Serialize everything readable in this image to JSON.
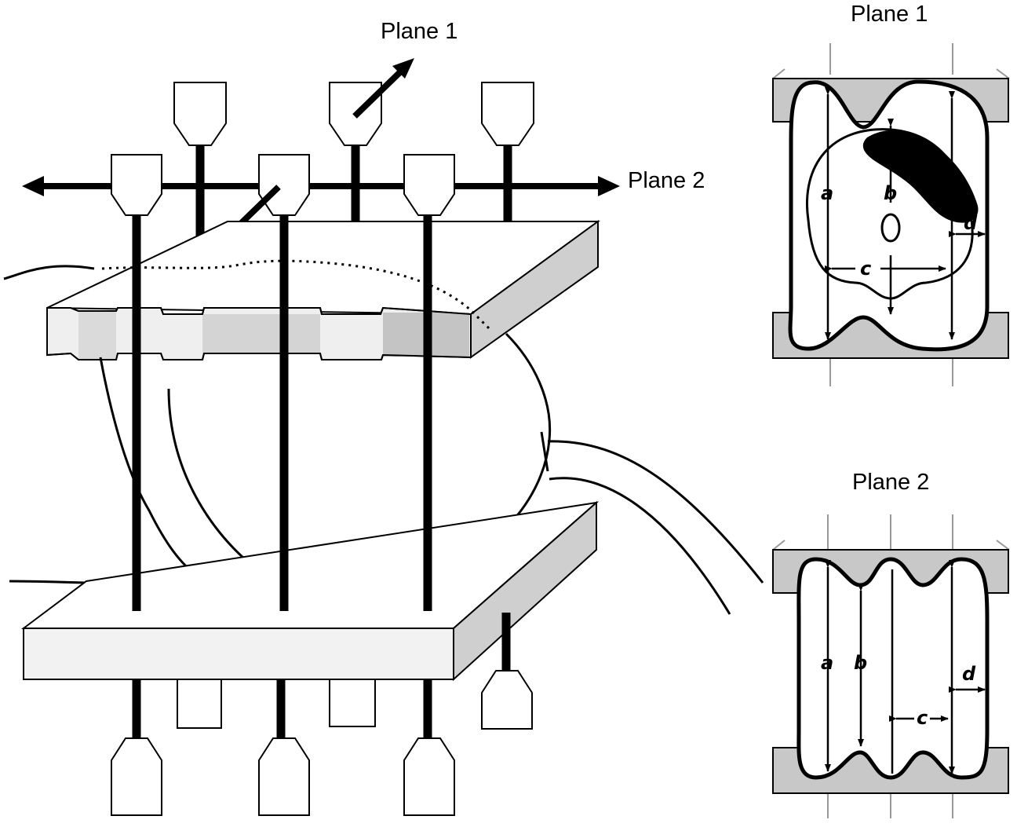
{
  "labels": {
    "main_plane1": "Plane 1",
    "main_plane2": "Plane 2",
    "inset1_title": "Plane 1",
    "inset2_title": "Plane 2"
  },
  "inset1": {
    "a": "a",
    "b": "b",
    "c": "c",
    "d": "d"
  },
  "inset2": {
    "a": "a",
    "b": "b",
    "c": "c",
    "d": "d"
  },
  "colors": {
    "line": "#000000",
    "plate_face": "#f2f2f2",
    "plate_side": "#cccccc",
    "plate_dark": "#bdbdbd"
  }
}
